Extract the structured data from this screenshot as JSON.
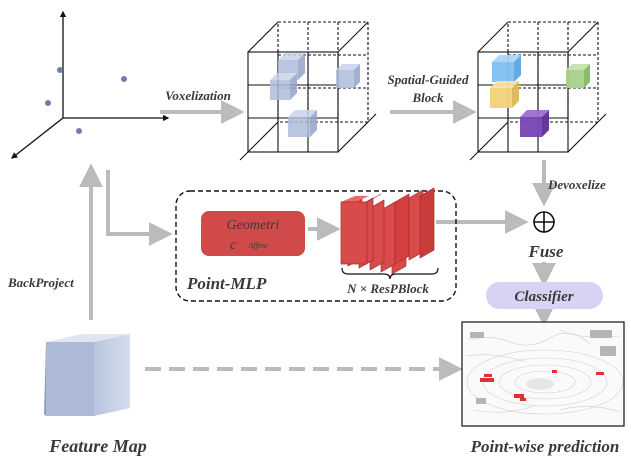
{
  "labels": {
    "voxelization": "Voxelization",
    "spatial_guided_line1": "Spatial-Guided",
    "spatial_guided_line2": "Block",
    "devoxelize": "Devoxelize",
    "backproject": "BackProject",
    "geometric_line1": "Geometri",
    "geometric_line2": "c",
    "affine": "Affine",
    "point_mlp": "Point-MLP",
    "resp_block": "N × ResPBlock",
    "fuse": "Fuse",
    "classifier": "Classifier",
    "feature_map": "Feature Map",
    "point_wise_prediction": "Point-wise prediction"
  },
  "colors": {
    "arrow_gray": "#bbbbbb",
    "geometric_red": "#d14a4a",
    "resp_red": "#d94a4a",
    "classifier_lavender": "#d8d3f2",
    "voxel_blue": "#adbbd9",
    "voxel_light_blue": "#7fc0f0",
    "voxel_green": "#a8d08a",
    "voxel_yellow": "#f2d27a",
    "voxel_purple": "#7a45b5",
    "feature_map_front": "#c6d0e6",
    "prediction_red": "#e03030"
  }
}
